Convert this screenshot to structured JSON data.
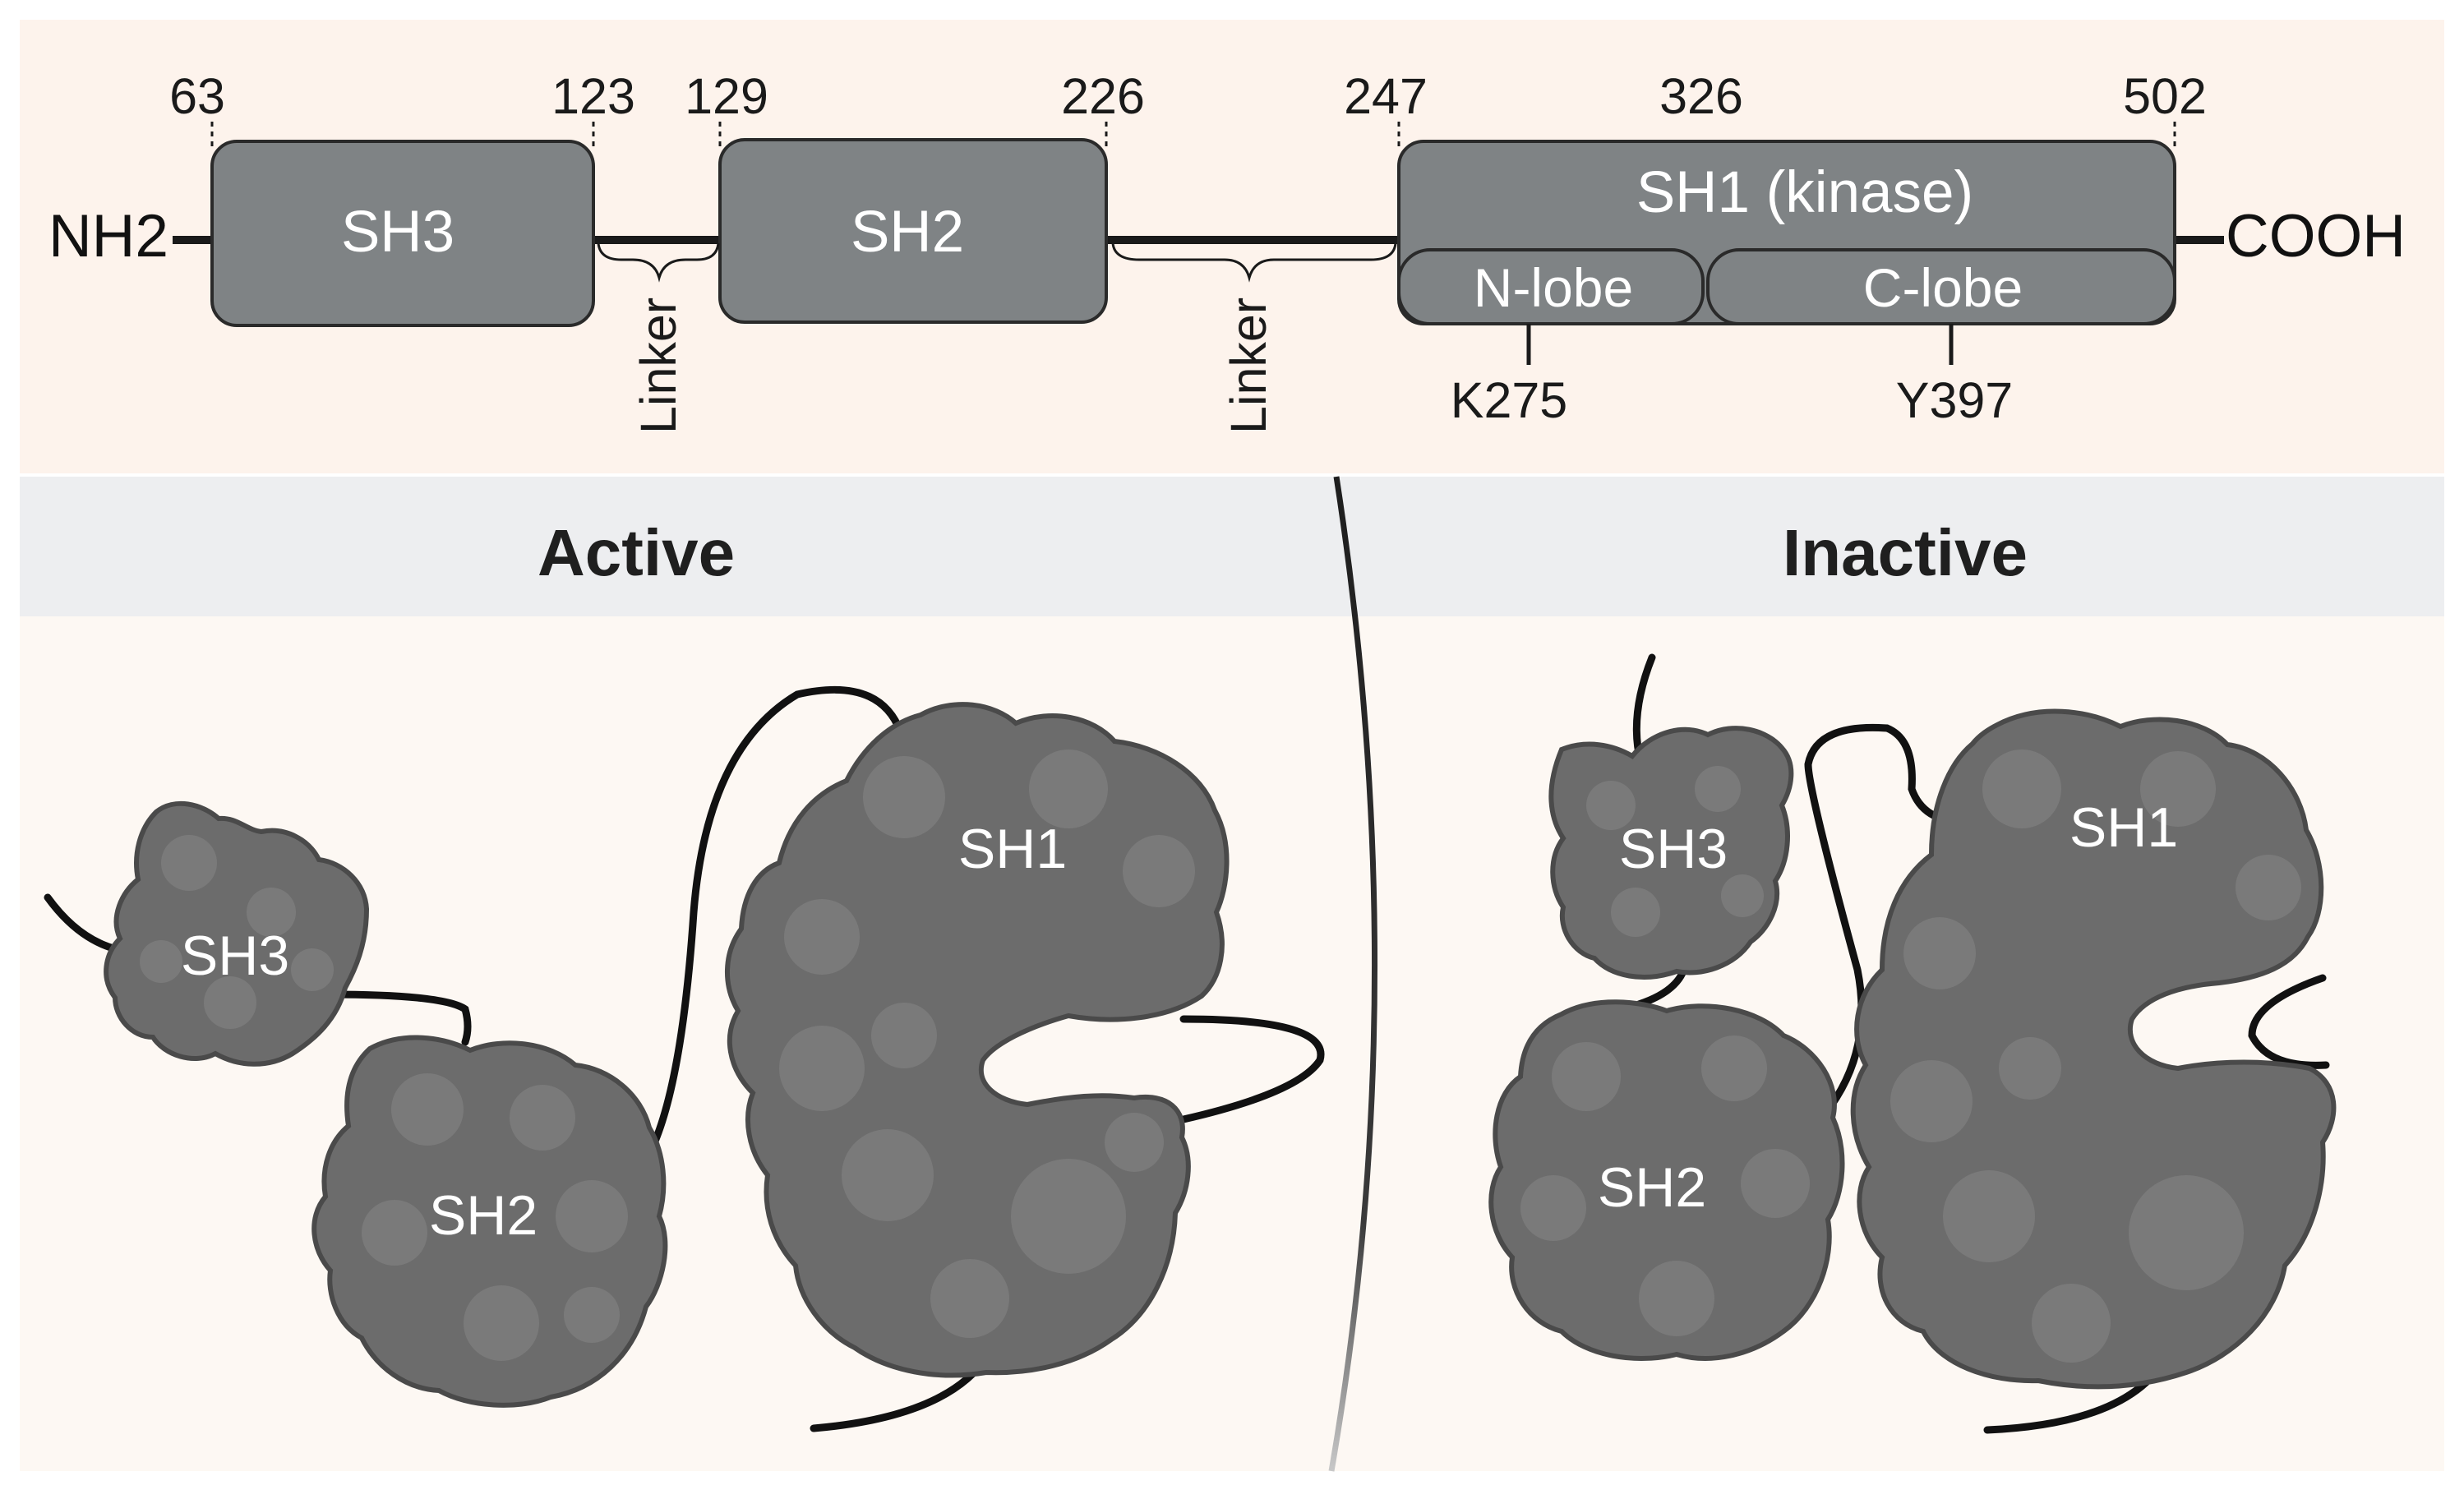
{
  "domain_map": {
    "n_terminus": "NH2",
    "c_terminus": "COOH",
    "positions": [
      "63",
      "123",
      "129",
      "226",
      "247",
      "326",
      "502"
    ],
    "domains": {
      "sh3": "SH3",
      "sh2": "SH2",
      "sh1": "SH1 (kinase)",
      "n_lobe": "N-lobe",
      "c_lobe": "C-lobe"
    },
    "linker_1": "Linker",
    "linker_2": "Linker",
    "residues": {
      "k": "K275",
      "y": "Y397"
    }
  },
  "active_panel": {
    "title": "Active",
    "sh3": "SH3",
    "sh2": "SH2",
    "sh1": "SH1"
  },
  "inactive_panel": {
    "title": "Inactive",
    "sh3": "SH3",
    "sh2": "SH2",
    "sh1": "SH1"
  },
  "colors": {
    "top_band": "#fdf3ec",
    "header_band": "#edeef0",
    "bottom_band": "#fdf8f3",
    "domain_fill": "#7f8385",
    "blob_fill": "#6d6d6d",
    "blob_outline": "#4a4a4a"
  }
}
